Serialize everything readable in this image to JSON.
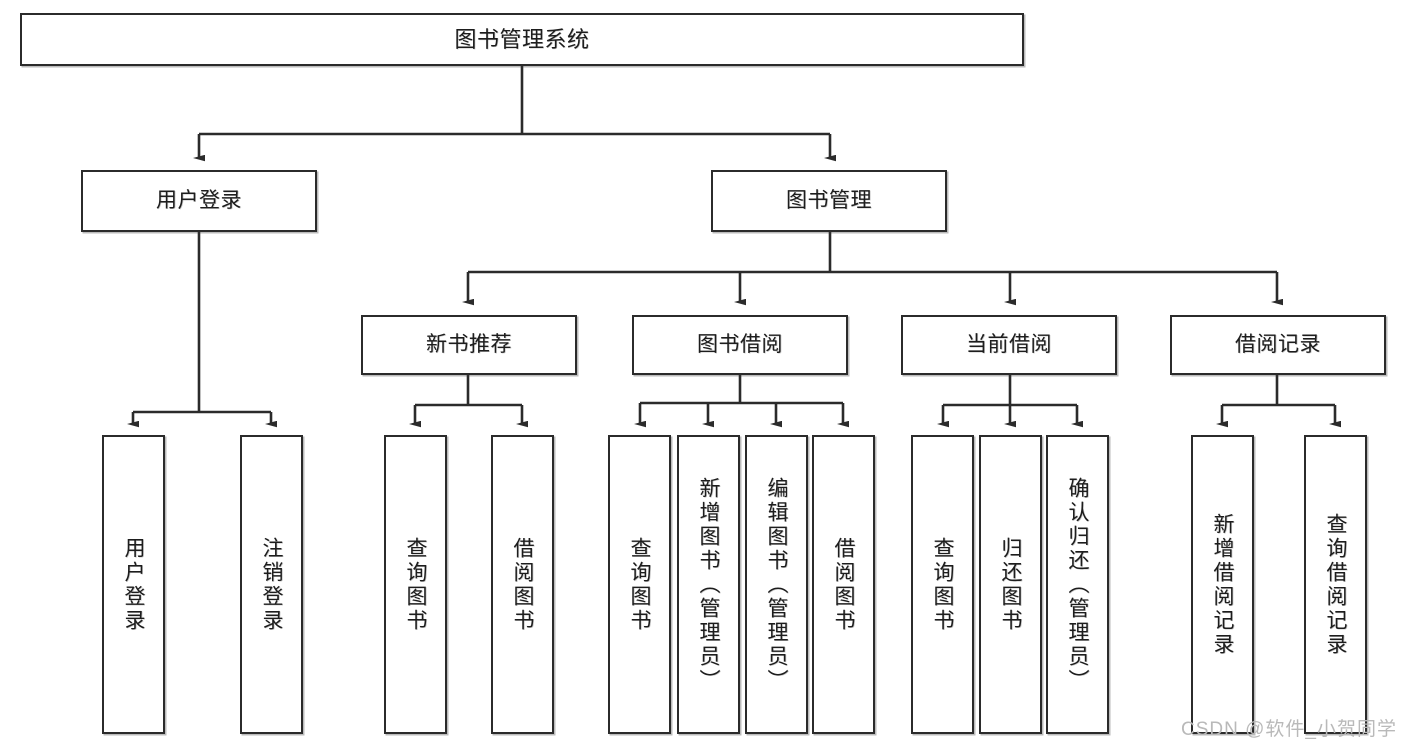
{
  "diagram": {
    "type": "tree-hierarchy",
    "title": "图书管理系统",
    "watermark": "CSDN @软件_小贺同学",
    "colors": {
      "box_border": "#2b2b2b",
      "box_fill": "#ffffff",
      "connector": "#2b2b2b",
      "text": "#1d1d1d",
      "watermark": "#b9b9b9"
    },
    "nodes": {
      "root": {
        "label": "图书管理系统"
      },
      "level2": [
        {
          "id": "user-login",
          "label": "用户登录"
        },
        {
          "id": "book-management",
          "label": "图书管理"
        }
      ],
      "level3": [
        {
          "id": "new-book-recommend",
          "label": "新书推荐"
        },
        {
          "id": "book-borrow",
          "label": "图书借阅"
        },
        {
          "id": "current-borrow",
          "label": "当前借阅"
        },
        {
          "id": "borrow-record",
          "label": "借阅记录"
        }
      ],
      "leaves": {
        "user-login": [
          {
            "id": "leaf-user-login",
            "label": "用户登录"
          },
          {
            "id": "leaf-logout",
            "label": "注销登录"
          }
        ],
        "new-book-recommend": [
          {
            "id": "leaf-query-book-1",
            "label": "查询图书"
          },
          {
            "id": "leaf-borrow-book-1",
            "label": "借阅图书"
          }
        ],
        "book-borrow": [
          {
            "id": "leaf-query-book-2",
            "label": "查询图书"
          },
          {
            "id": "leaf-add-book",
            "label": "新增图书（管理员）"
          },
          {
            "id": "leaf-edit-book",
            "label": "编辑图书（管理员）"
          },
          {
            "id": "leaf-borrow-book-2",
            "label": "借阅图书"
          }
        ],
        "current-borrow": [
          {
            "id": "leaf-query-book-3",
            "label": "查询图书"
          },
          {
            "id": "leaf-return-book",
            "label": "归还图书"
          },
          {
            "id": "leaf-confirm-return",
            "label": "确认归还（管理员）"
          }
        ],
        "borrow-record": [
          {
            "id": "leaf-add-record",
            "label": "新增借阅记录"
          },
          {
            "id": "leaf-query-record",
            "label": "查询借阅记录"
          }
        ]
      }
    }
  }
}
